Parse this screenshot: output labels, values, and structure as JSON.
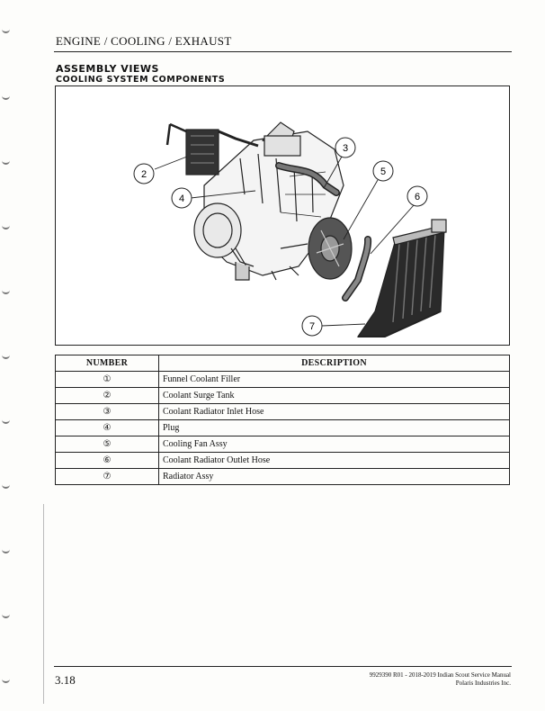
{
  "header": {
    "title": "ENGINE / COOLING / EXHAUST"
  },
  "section": {
    "title": "ASSEMBLY VIEWS",
    "subtitle": "COOLING SYSTEM COMPONENTS"
  },
  "figure": {
    "callouts": [
      "2",
      "3",
      "4",
      "5",
      "6",
      "7"
    ]
  },
  "table": {
    "headers": {
      "number": "NUMBER",
      "description": "DESCRIPTION"
    },
    "rows": [
      {
        "number": "①",
        "description": "Funnel Coolant Filler"
      },
      {
        "number": "②",
        "description": "Coolant Surge Tank"
      },
      {
        "number": "③",
        "description": "Coolant Radiator Inlet Hose"
      },
      {
        "number": "④",
        "description": "Plug"
      },
      {
        "number": "⑤",
        "description": "Cooling Fan Assy"
      },
      {
        "number": "⑥",
        "description": "Coolant Radiator Outlet Hose"
      },
      {
        "number": "⑦",
        "description": "Radiator Assy"
      }
    ]
  },
  "footer": {
    "page_number": "3.18",
    "doc_line": "9929390 R01 - 2018-2019 Indian Scout Service Manual",
    "company": "Polaris Industries Inc."
  }
}
